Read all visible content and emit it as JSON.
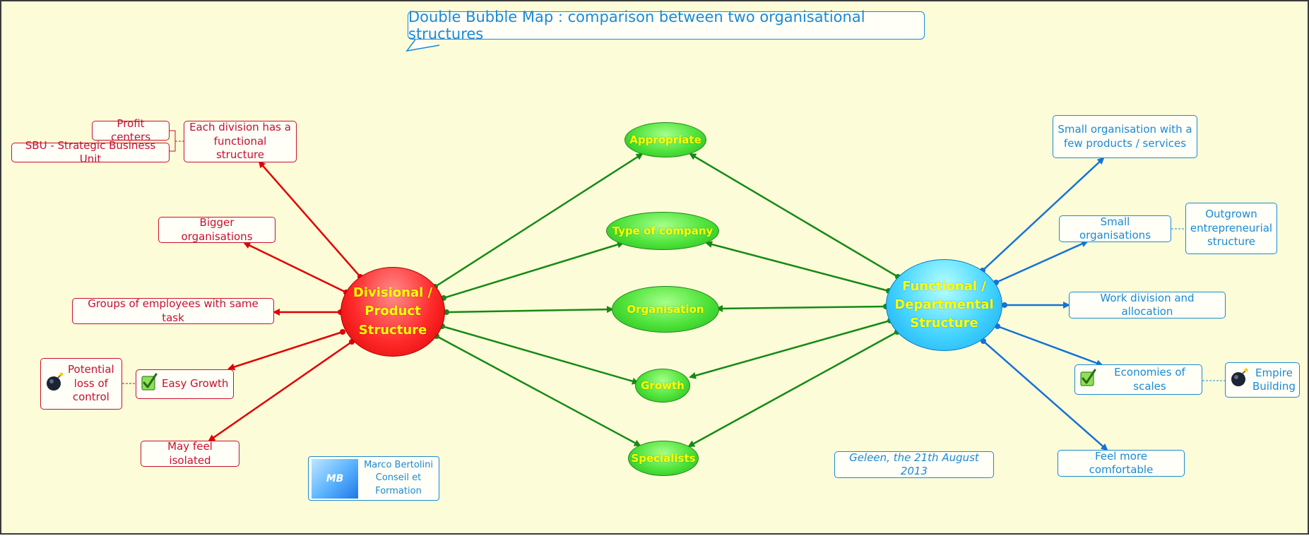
{
  "title": "Double Bubble Map : comparison between two organisational structures",
  "left_topic": {
    "line1": "Divisional /",
    "line2": "Product",
    "line3": "Structure"
  },
  "right_topic": {
    "line1": "Functional /",
    "line2": "Departmental",
    "line3": "Structure"
  },
  "shared": [
    "Appropriate",
    "Type of company",
    "Organisation",
    "Growth",
    "Specialists"
  ],
  "left_nodes": {
    "division": {
      "line1": "Each division has a",
      "line2": "functional structure"
    },
    "profit": "Profit centers",
    "sbu": "SBU - Strategic Business Unit",
    "bigger": "Bigger organisations",
    "groups": "Groups of employees with same task",
    "growth": "Easy Growth",
    "risk": {
      "line1": "Potential",
      "line2": "loss of",
      "line3": "control"
    },
    "isolated": "May feel isolated"
  },
  "right_nodes": {
    "small_few": {
      "line1": "Small organisation with a",
      "line2": "few products / services"
    },
    "small": "Small organisations",
    "outgrown": {
      "line1": "Outgrown",
      "line2": "entrepreneurial",
      "line3": "structure"
    },
    "work": "Work division and allocation",
    "economies": "Economies of scales",
    "empire": {
      "line1": "Empire",
      "line2": "Building"
    },
    "comfortable": "Feel more comfortable"
  },
  "footer": {
    "date": "Geleen, the 21th August 2013",
    "logo_mark": "MB",
    "author": {
      "line1": "Marco Bertolini",
      "line2": "Conseil et",
      "line3": "Formation"
    }
  },
  "colors": {
    "red": "#c8102e",
    "blue": "#1a8ad4",
    "green": "#1f8a1a",
    "background": "#fdfcd8"
  },
  "icons": [
    "check-icon",
    "bomb-icon"
  ]
}
